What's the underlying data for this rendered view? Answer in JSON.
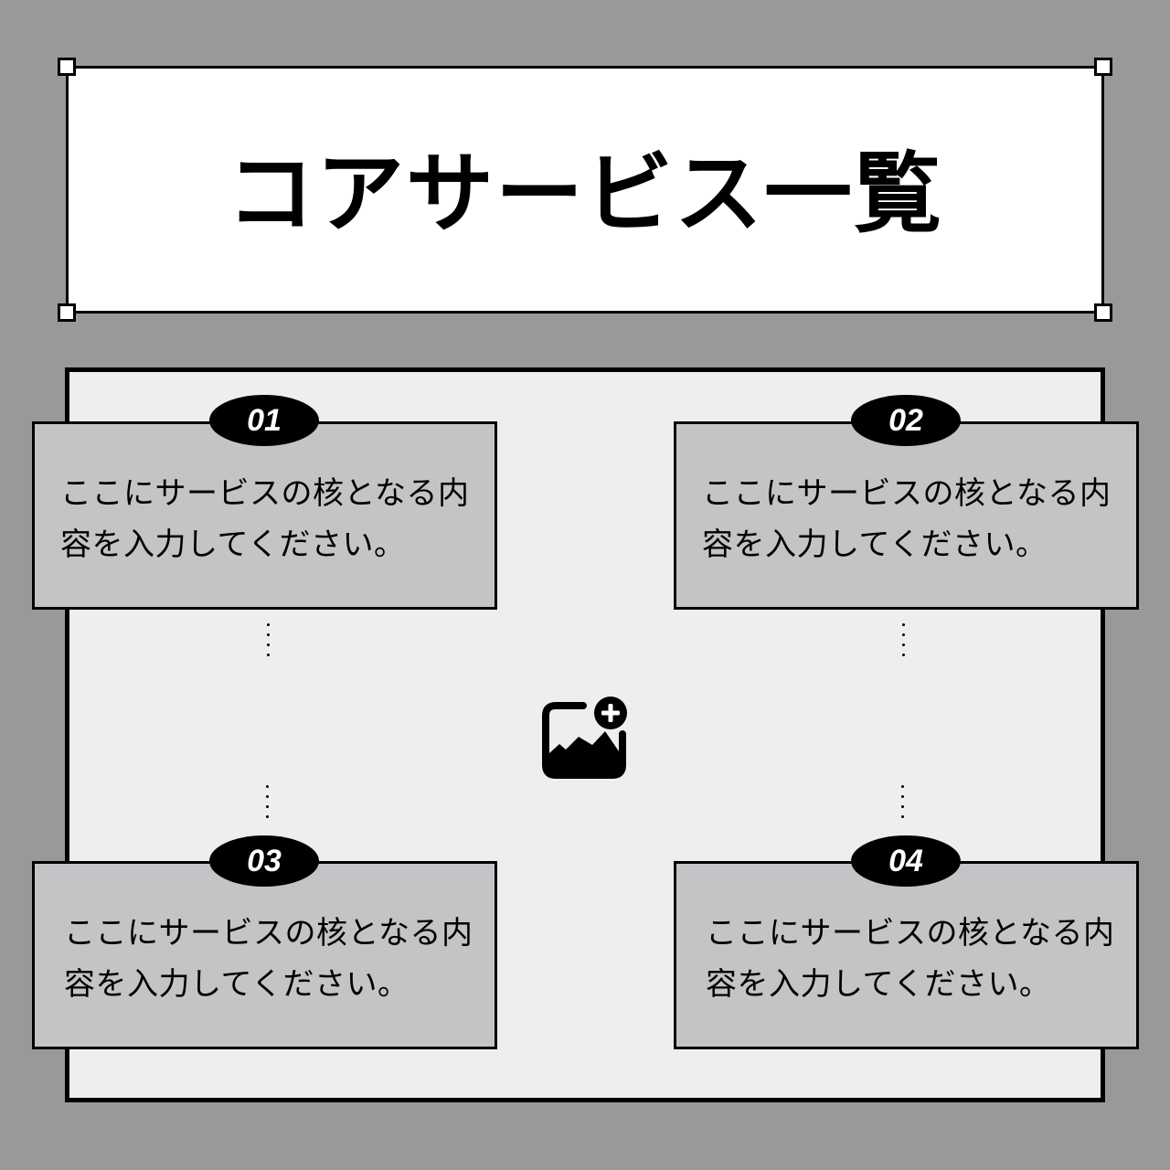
{
  "title": "コアサービス一覧",
  "center_icon": "image-add-icon",
  "colors": {
    "background": "#999999",
    "title_box": "#ffffff",
    "panel": "#eeedf0",
    "card": "#c4c3c6",
    "badge": "#000000",
    "badge_text": "#ffffff",
    "border": "#000000"
  },
  "cards": [
    {
      "number": "01",
      "text": "ここにサービスの核となる内容を入力してください。"
    },
    {
      "number": "02",
      "text": "ここにサービスの核となる内容を入力してください。"
    },
    {
      "number": "03",
      "text": "ここにサービスの核となる内容を入力してください。"
    },
    {
      "number": "04",
      "text": "ここにサービスの核となる内容を入力してください。"
    }
  ]
}
